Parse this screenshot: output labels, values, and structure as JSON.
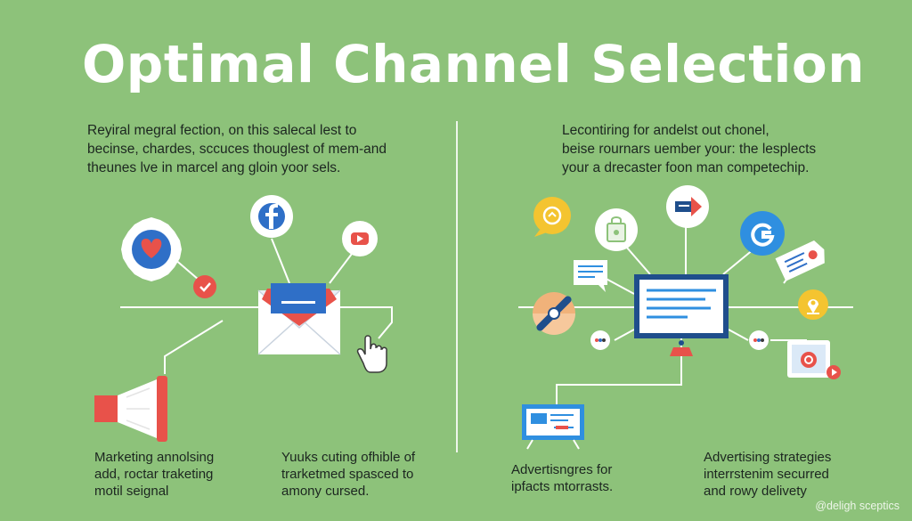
{
  "title": "Optimal Channel Selection",
  "left": {
    "intro": [
      "Reyiral megral fection, on this salecal lest to",
      "becinse, chardes, sccuces thouglest of mem-and",
      "theunes lve in marcel ang gloin yoor sels."
    ],
    "captions": {
      "a": [
        "Marketing annolsing",
        "add, roctar traketing",
        "motil seignal"
      ],
      "b": [
        "Yuuks cuting ofhible of",
        "trarketmed spasced to",
        "amony cursed."
      ]
    }
  },
  "right": {
    "intro": [
      "Lecontiring for andelst out chonel,",
      "beise rournars uember your: the lesplects",
      "your a drecaster foon man competechip."
    ],
    "captions": {
      "a": [
        "Advertisngres for",
        "ipfacts mtorrasts."
      ],
      "b": [
        "Advertising strategies",
        "interrstenim securred",
        "and rowy delivety"
      ]
    }
  },
  "footer": "@deligh sceptics",
  "colors": {
    "background": "#8dc27a",
    "blue": "#2f6fc7",
    "red": "#e8524a",
    "yellow": "#f4c430",
    "navy": "#1f4e8c"
  },
  "icons": {
    "left": [
      "heart-badge-icon",
      "facebook-icon",
      "youtube-icon",
      "check-icon",
      "envelope-icon",
      "pointer-hand-icon",
      "megaphone-icon"
    ],
    "right": [
      "chat-bubble-icon",
      "shopping-bag-icon",
      "flag-arrow-icon",
      "google-icon",
      "ticket-icon",
      "chat-lines-icon",
      "monitor-icon",
      "location-pin-icon",
      "compass-icon",
      "dot-badge-icon",
      "photo-card-icon",
      "billboard-icon"
    ]
  }
}
